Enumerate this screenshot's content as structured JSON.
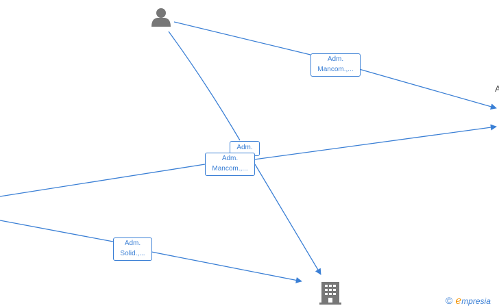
{
  "nodes": {
    "person": {
      "icon": "person-icon"
    },
    "company": {
      "icon": "building-icon"
    },
    "right_partial_text": "A"
  },
  "edges": [
    {
      "id": "e1",
      "label_line1": "Adm.",
      "label_line2": "Mancom.,..."
    },
    {
      "id": "e2",
      "label_line1": "Adm.",
      "label_line2": ""
    },
    {
      "id": "e3",
      "label_line1": "Adm.",
      "label_line2": "Mancom.,..."
    },
    {
      "id": "e4",
      "label_line1": "Adm.",
      "label_line2": "Solid.,..."
    }
  ],
  "brand": {
    "copyright": "©",
    "initial": "e",
    "name": "mpresia"
  },
  "colors": {
    "edge": "#3a7fd5",
    "icon": "#777777",
    "brand_accent": "#f39200"
  }
}
